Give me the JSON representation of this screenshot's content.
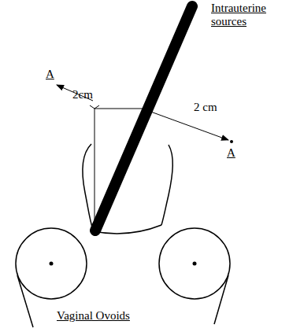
{
  "diagram": {
    "labels": [
      "Intrauterine sources",
      "A",
      "2cm",
      "2 cm",
      "A",
      "Vaginal Ovoids"
    ]
  }
}
